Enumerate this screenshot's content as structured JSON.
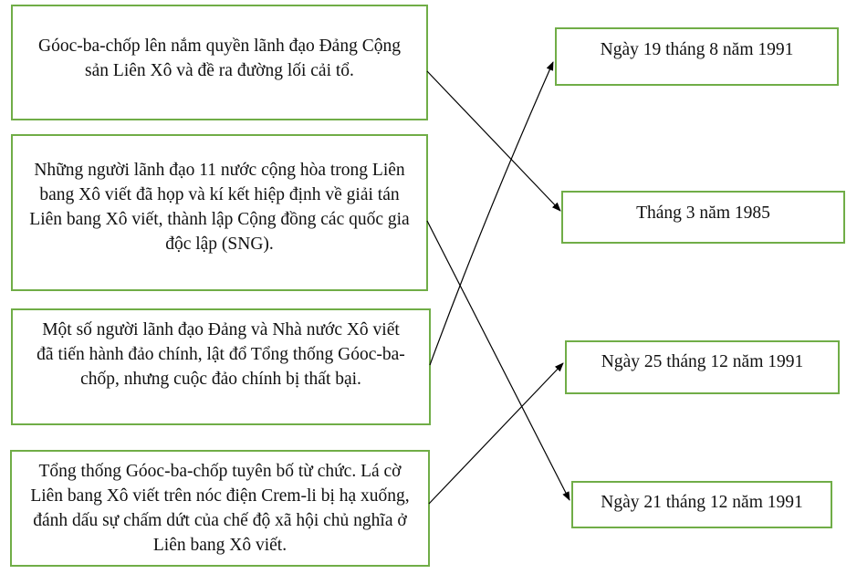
{
  "events": [
    {
      "text": "Góoc-ba-chốp lên nắm quyền lãnh đạo Đảng Cộng sản Liên Xô và đề ra đường lối cải tổ."
    },
    {
      "text": "Những người lãnh đạo 11 nước cộng hòa trong Liên bang Xô viết đã họp và kí kết hiệp định về giải tán Liên bang Xô viết, thành lập Cộng đồng các quốc gia độc lập (SNG)."
    },
    {
      "text": "Một số người lãnh đạo Đảng và Nhà nước Xô viết đã tiến hành đảo chính, lật đổ Tổng thống Góoc-ba-chốp, nhưng cuộc đảo chính bị thất bại."
    },
    {
      "text": "Tổng thống Góoc-ba-chốp tuyên bố từ chức. Lá cờ Liên bang Xô viết trên nóc điện Crem-li bị hạ xuống, đánh dấu sự chấm dứt của chế độ xã hội chủ nghĩa ở Liên bang Xô viết."
    }
  ],
  "dates": [
    {
      "text": "Ngày 19 tháng 8 năm 1991"
    },
    {
      "text": "Tháng 3 năm 1985"
    },
    {
      "text": "Ngày 25 tháng 12 năm 1991"
    },
    {
      "text": "Ngày 21 tháng 12 năm 1991"
    }
  ],
  "connections": [
    {
      "from_event": 0,
      "to_date": 1
    },
    {
      "from_event": 1,
      "to_date": 3
    },
    {
      "from_event": 2,
      "to_date": 0
    },
    {
      "from_event": 3,
      "to_date": 2
    }
  ],
  "colors": {
    "border": "#70AD47",
    "line": "#000000"
  }
}
